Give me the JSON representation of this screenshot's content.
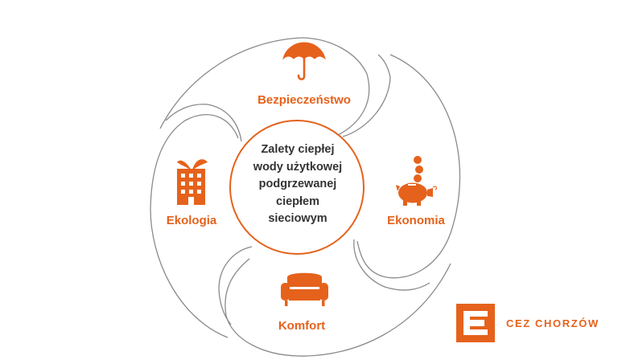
{
  "colors": {
    "accent": "#e5621c",
    "line": "#8a8a8a",
    "text": "#333333"
  },
  "center": {
    "lines": [
      "Zalety ciepłej",
      "wody użytkowej",
      "podgrzewanej",
      "ciepłem",
      "sieciowym"
    ]
  },
  "segments": {
    "top": {
      "label": "Bezpieczeństwo",
      "icon": "umbrella-icon"
    },
    "right": {
      "label": "Ekonomia",
      "icon": "piggy-bank-icon"
    },
    "bottom": {
      "label": "Komfort",
      "icon": "armchair-icon"
    },
    "left": {
      "label": "Ekologia",
      "icon": "green-building-icon"
    }
  },
  "brand": {
    "name": "CEZ CHORZÓW",
    "logo": "cez-logo"
  }
}
